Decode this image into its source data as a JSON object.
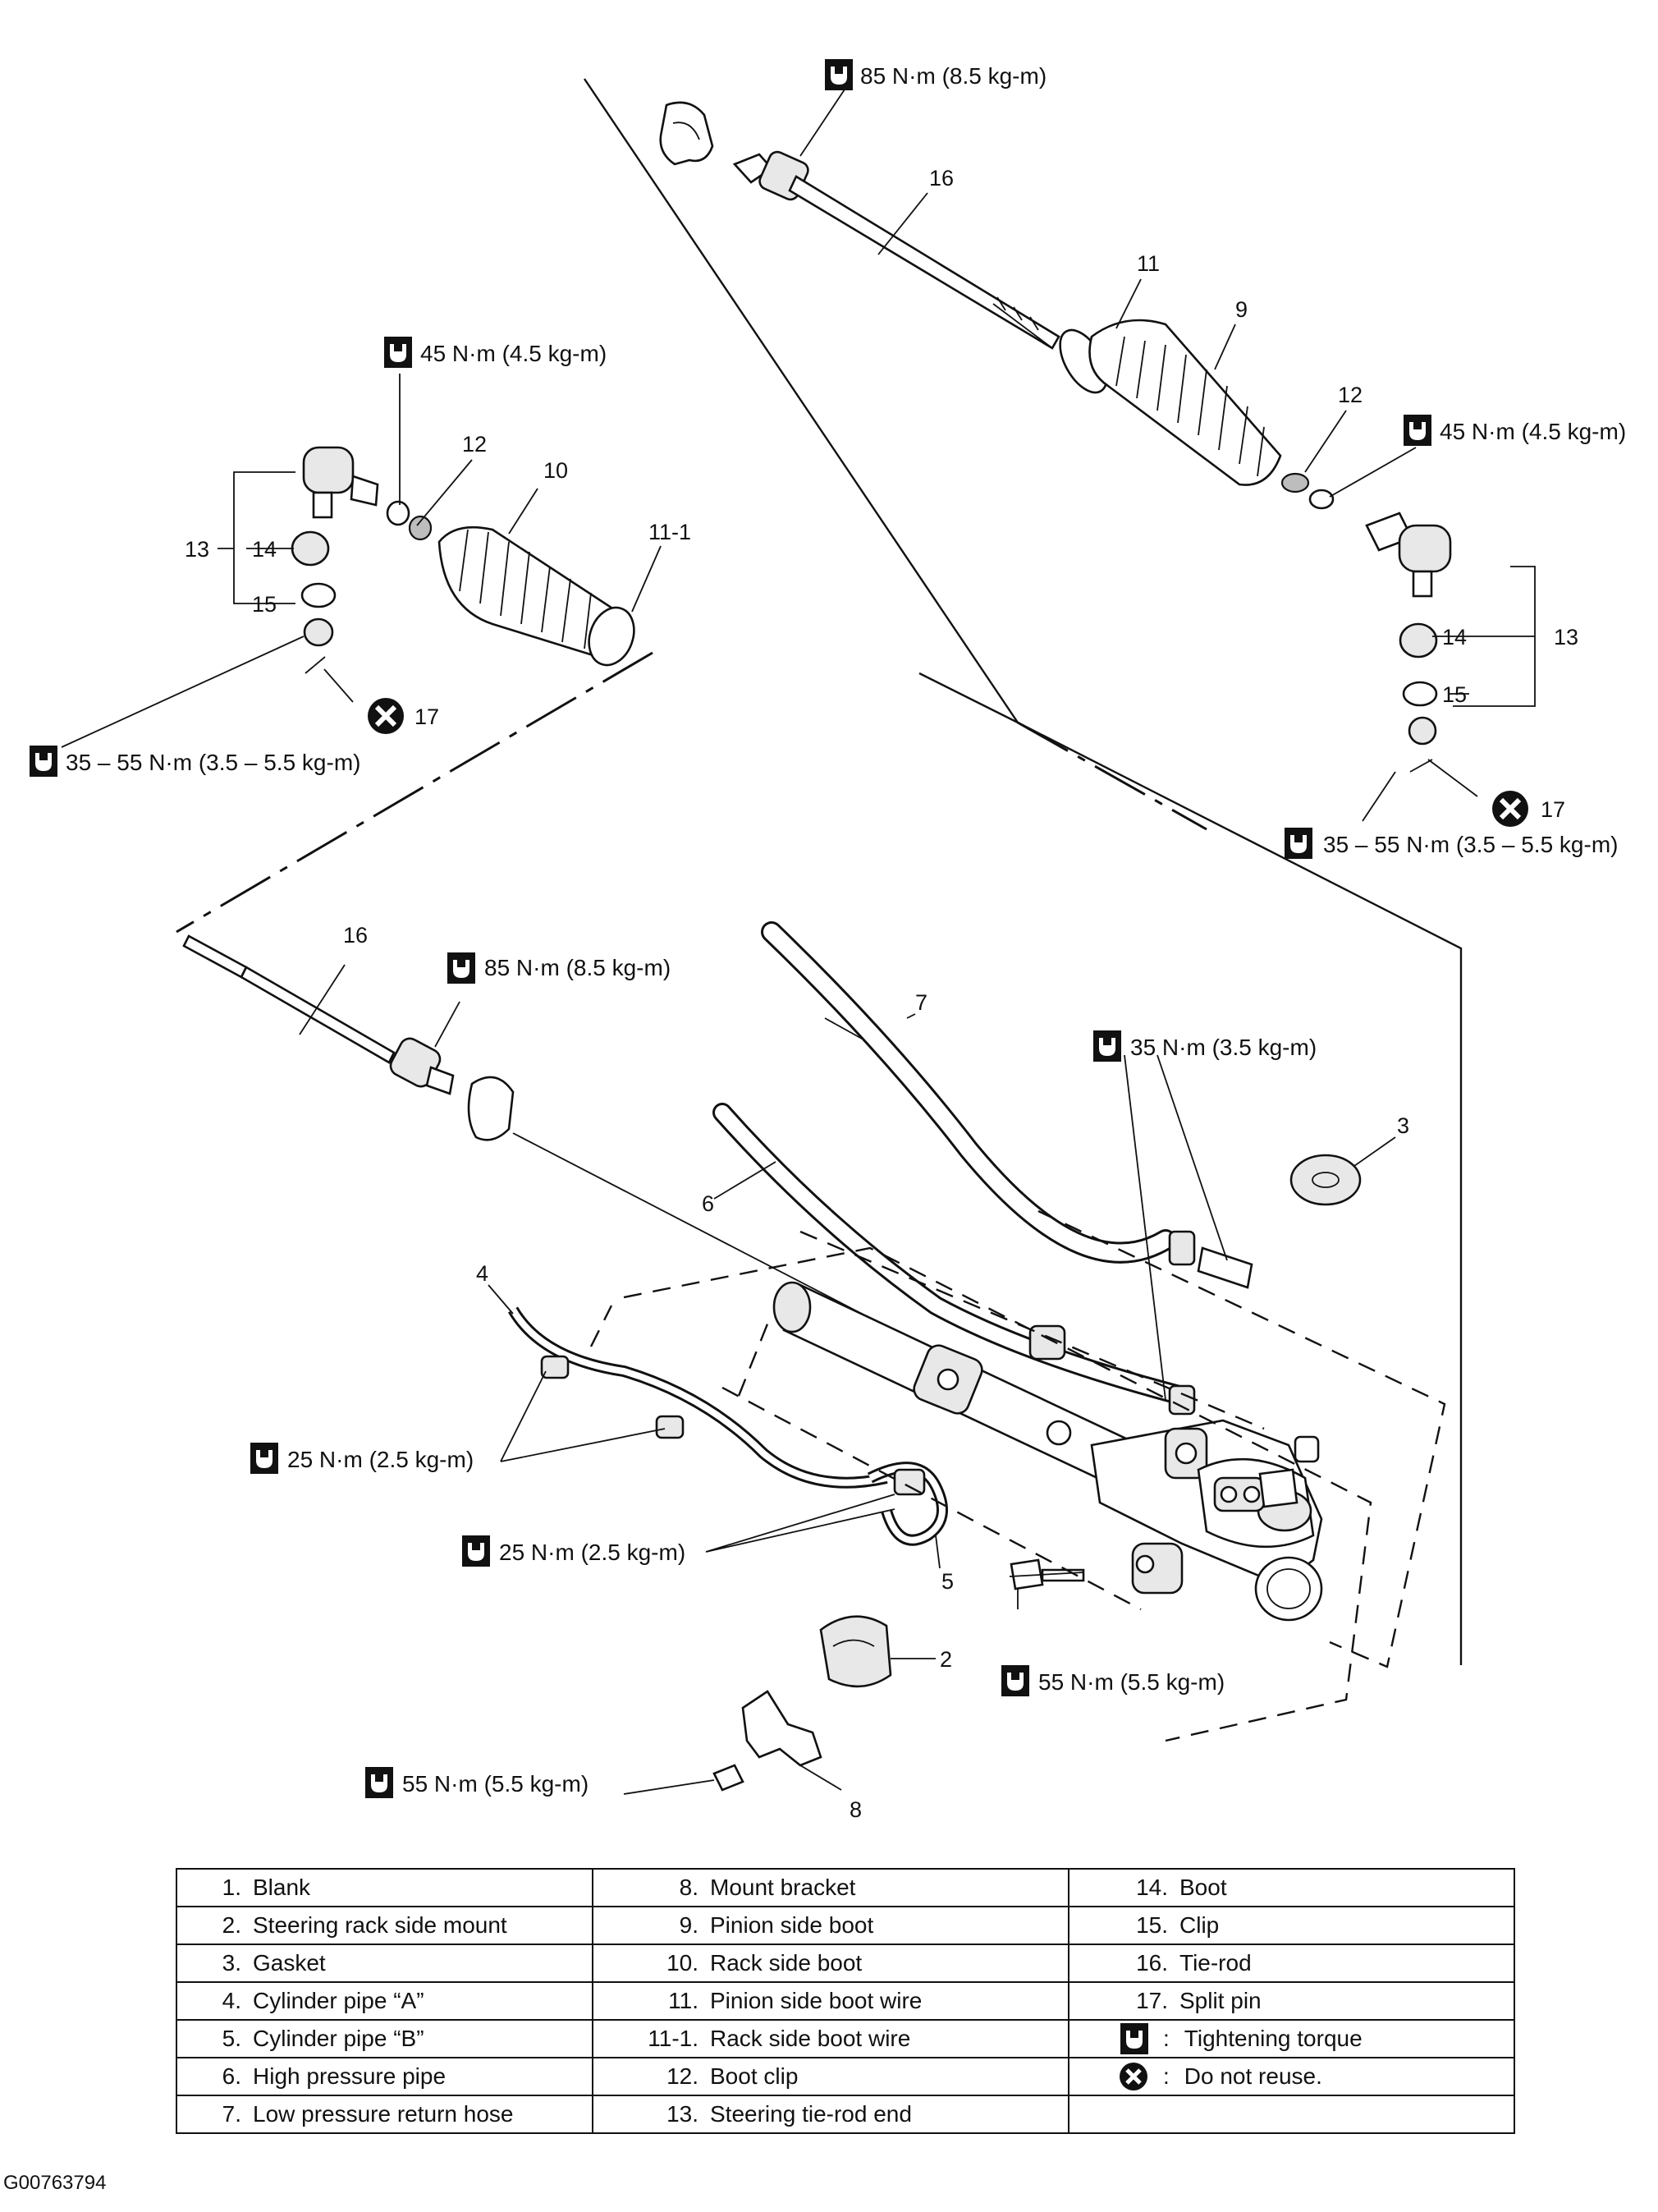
{
  "torque_labels": {
    "t_85_top": "85 N·m (8.5 kg-m)",
    "t_45_left": "45 N·m (4.5 kg-m)",
    "t_45_right": "45 N·m (4.5 kg-m)",
    "t_35_55_left": "35 – 55 N·m (3.5 – 5.5 kg-m)",
    "t_35_55_right": "35 – 55 N·m (3.5 – 5.5 kg-m)",
    "t_85_mid": "85 N·m (8.5 kg-m)",
    "t_35": "35 N·m (3.5 kg-m)",
    "t_25_a": "25 N·m (2.5 kg-m)",
    "t_25_b": "25 N·m (2.5 kg-m)",
    "t_55_a": "55 N·m (5.5 kg-m)",
    "t_55_b": "55 N·m (5.5 kg-m)"
  },
  "callouts": {
    "c16_top": "16",
    "c11": "11",
    "c9": "9",
    "c12_right": "12",
    "c12_left": "12",
    "c10": "10",
    "c11_1": "11-1",
    "c13_left": "13",
    "c14_left": "14",
    "c15_left": "15",
    "c17_left": "17",
    "c14_right": "14",
    "c13_right": "13",
    "c15_right": "15",
    "c17_right": "17",
    "c16_mid": "16",
    "c7": "7",
    "c3": "3",
    "c6": "6",
    "c4": "4",
    "c5": "5",
    "c2": "2",
    "c8": "8"
  },
  "legend": {
    "col1": [
      {
        "num": "1.",
        "name": "Blank"
      },
      {
        "num": "2.",
        "name": "Steering rack side mount"
      },
      {
        "num": "3.",
        "name": "Gasket"
      },
      {
        "num": "4.",
        "name": "Cylinder pipe “A”"
      },
      {
        "num": "5.",
        "name": "Cylinder pipe “B”"
      },
      {
        "num": "6.",
        "name": "High pressure pipe"
      },
      {
        "num": "7.",
        "name": "Low pressure return hose"
      }
    ],
    "col2": [
      {
        "num": "8.",
        "name": "Mount bracket"
      },
      {
        "num": "9.",
        "name": "Pinion side boot"
      },
      {
        "num": "10.",
        "name": "Rack side boot"
      },
      {
        "num": "11.",
        "name": "Pinion side boot wire"
      },
      {
        "num": "11-1.",
        "name": "Rack side boot wire"
      },
      {
        "num": "12.",
        "name": "Boot clip"
      },
      {
        "num": "13.",
        "name": "Steering tie-rod end"
      }
    ],
    "col3": [
      {
        "num": "14.",
        "name": "Boot"
      },
      {
        "num": "15.",
        "name": "Clip"
      },
      {
        "num": "16.",
        "name": "Tie-rod"
      },
      {
        "num": "17.",
        "name": "Split pin"
      }
    ],
    "symbols": [
      {
        "icon": "torque-wrench-icon",
        "colon": ":",
        "text": "Tightening torque"
      },
      {
        "icon": "do-not-reuse-icon",
        "colon": ":",
        "text": "Do not reuse."
      }
    ]
  },
  "figure_id": "G00763794"
}
